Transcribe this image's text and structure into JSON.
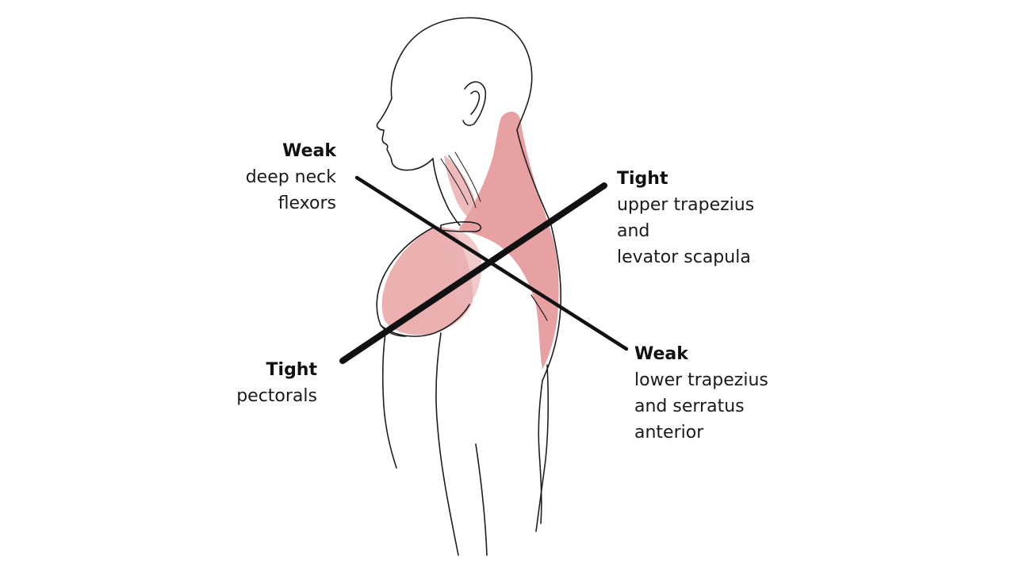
{
  "colors": {
    "background": "#ffffff",
    "outline": "#1e1e1e",
    "muscle": "#e59a9a",
    "muscle_dark": "#d97b7f",
    "cross_line": "#111111"
  },
  "labels": {
    "weak_neck": {
      "head": "Weak",
      "lines": [
        "deep neck",
        "flexors"
      ]
    },
    "tight_trap": {
      "head": "Tight",
      "lines": [
        "upper trapezius",
        "and",
        "levator scapula"
      ]
    },
    "tight_pec": {
      "head": "Tight",
      "lines": [
        "pectorals"
      ]
    },
    "weak_lower": {
      "head": "Weak",
      "lines": [
        "lower trapezius",
        "and serratus",
        "anterior"
      ]
    }
  }
}
